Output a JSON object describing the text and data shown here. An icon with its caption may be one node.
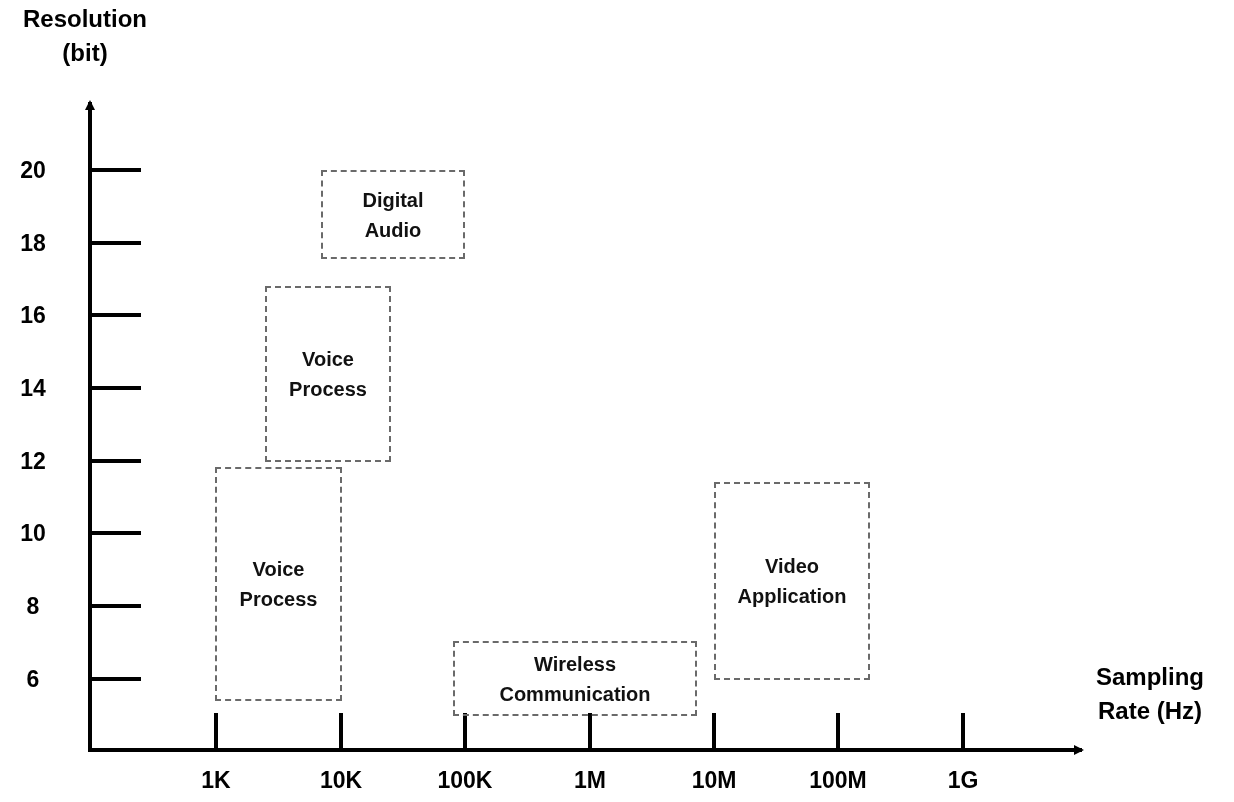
{
  "diagram": {
    "nodes": [
      {
        "text": [
          "Digital Audio"
        ]
      },
      {
        "text": [
          "Voice Process"
        ]
      },
      {
        "text": [
          "Voice Process"
        ]
      },
      {
        "text": [
          "Wireless Communication"
        ]
      },
      {
        "text": [
          "Video Application"
        ]
      }
    ],
    "edges": [],
    "labels": [
      "Resolution (bit)",
      "20",
      "18",
      "16",
      "14",
      "12",
      "10",
      "8",
      "6",
      "Sampling Rate (Hz)",
      "1K",
      "10K",
      "100K",
      "1M",
      "10M",
      "100M",
      "1G"
    ]
  }
}
